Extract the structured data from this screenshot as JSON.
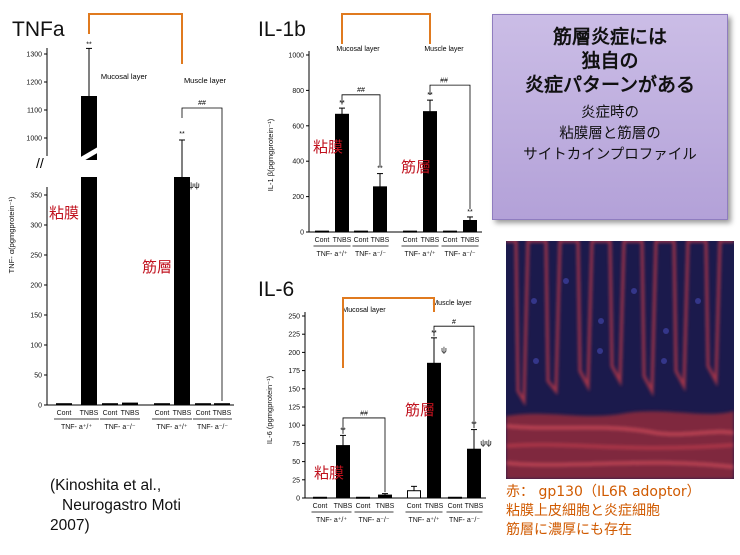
{
  "chart_data": [
    {
      "type": "bar",
      "id": "tnfa",
      "title": "TNFa",
      "ylabel": "TNF- α(pgmgprotein⁻¹)",
      "broken_axis": true,
      "lower_ticks": [
        "0",
        "50",
        "100",
        "150",
        "200",
        "250",
        "300",
        "350"
      ],
      "upper_ticks": [
        "1000",
        "1100",
        "1200",
        "1300"
      ],
      "group_labels": [
        "Mucosal layer",
        "Muscle layer"
      ],
      "categories": [
        "Cont",
        "TNBS",
        "Cont",
        "TNBS",
        "Cont",
        "TNBS",
        "Cont",
        "TNBS"
      ],
      "genotype_labels": [
        "TNF- a⁺/⁺",
        "TNF- a⁻/⁻",
        "TNF- a⁺/⁺",
        "TNF- a⁻/⁻"
      ],
      "values": [
        3,
        1150,
        3,
        4,
        3,
        372,
        3,
        3
      ],
      "errors": [
        0,
        170,
        0,
        0,
        0,
        660,
        0,
        0
      ],
      "annotations": [
        {
          "bar": 1,
          "text": "**"
        },
        {
          "bar": 5,
          "text": "**"
        },
        {
          "bar": 5,
          "text": "ψψ"
        }
      ],
      "comparison_label": "##",
      "layer_labels": [
        {
          "bar": 1,
          "text": "粘膜"
        },
        {
          "bar": 5,
          "text": "筋層"
        }
      ]
    },
    {
      "type": "bar",
      "id": "il1b",
      "title": "IL-1b",
      "ylabel": "IL-1 β(pgmgprotein⁻¹)",
      "ylim": [
        0,
        1000
      ],
      "ticks": [
        "0",
        "200",
        "400",
        "600",
        "800",
        "1000"
      ],
      "group_labels": [
        "Mucosal layer",
        "Muscle layer"
      ],
      "categories": [
        "Cont",
        "TNBS",
        "Cont",
        "TNBS",
        "Cont",
        "TNBS",
        "Cont",
        "TNBS"
      ],
      "genotype_labels": [
        "TNF- a⁺/⁺",
        "TNF- a⁻/⁻",
        "TNF- a⁺/⁺",
        "TNF- a⁻/⁻"
      ],
      "values": [
        5,
        665,
        5,
        255,
        5,
        680,
        5,
        65
      ],
      "errors": [
        0,
        35,
        0,
        75,
        0,
        65,
        0,
        20
      ],
      "annotations": [
        {
          "bar": 1,
          "text": "**"
        },
        {
          "bar": 3,
          "text": "**"
        },
        {
          "bar": 5,
          "text": "**"
        },
        {
          "bar": 7,
          "text": "**"
        }
      ],
      "comparison_label": "##",
      "layer_labels": [
        {
          "bar": 1,
          "text": "粘膜"
        },
        {
          "bar": 5,
          "text": "筋層"
        }
      ]
    },
    {
      "type": "bar",
      "id": "il6",
      "title": "IL-6",
      "ylabel": "IL-6 (pgmgprotein⁻¹)",
      "ylim": [
        0,
        250
      ],
      "ticks": [
        "0",
        "25",
        "50",
        "75",
        "100",
        "125",
        "150",
        "175",
        "200",
        "225",
        "250"
      ],
      "group_labels": [
        "Mucosal layer",
        "Muscle layer"
      ],
      "categories": [
        "Cont",
        "TNBS",
        "Cont",
        "TNBS",
        "Cont",
        "TNBS",
        "Cont",
        "TNBS"
      ],
      "genotype_labels": [
        "TNF- a⁺/⁺",
        "TNF- a⁻/⁻",
        "TNF- a⁺/⁺",
        "TNF- a⁻/⁻"
      ],
      "values": [
        1,
        72,
        1,
        4,
        10,
        185,
        1,
        67
      ],
      "errors": [
        0,
        14,
        0,
        2,
        6,
        35,
        0,
        27
      ],
      "open_bars": [
        4
      ],
      "annotations": [
        {
          "bar": 1,
          "text": "**"
        },
        {
          "bar": 5,
          "text": "**"
        },
        {
          "bar": 5,
          "text": "ψ"
        },
        {
          "bar": 7,
          "text": "**"
        },
        {
          "bar": 7,
          "text": "ψψ"
        }
      ],
      "comparison_labels": [
        "##",
        "#"
      ],
      "layer_labels": [
        {
          "bar": 1,
          "text": "粘膜"
        },
        {
          "bar": 5,
          "text": "筋層"
        }
      ]
    }
  ],
  "callout": {
    "title_lines": [
      "筋層炎症には",
      "独自の",
      "炎症パターンがある"
    ],
    "sub_lines": [
      "炎症時の",
      "粘膜層と筋層の",
      "サイトカインプロファイル"
    ]
  },
  "citation": {
    "lines": [
      "(Kinoshita et al.,",
      "Neurogastro Moti",
      "2007)"
    ]
  },
  "caption": {
    "lines": [
      "赤：  gp130（IL6R adoptor）",
      "粘膜上皮細胞と炎症細胞",
      "筋層に濃厚にも存在"
    ]
  },
  "colors": {
    "bracket": "#e07a1f",
    "layer_label": "#c0121e",
    "bar": "#000000",
    "callout_bg": "#c2b2e0",
    "caption": "#d05a00",
    "micro_bg": "#1b1a4c",
    "micro_tissue": "#c23a44"
  }
}
